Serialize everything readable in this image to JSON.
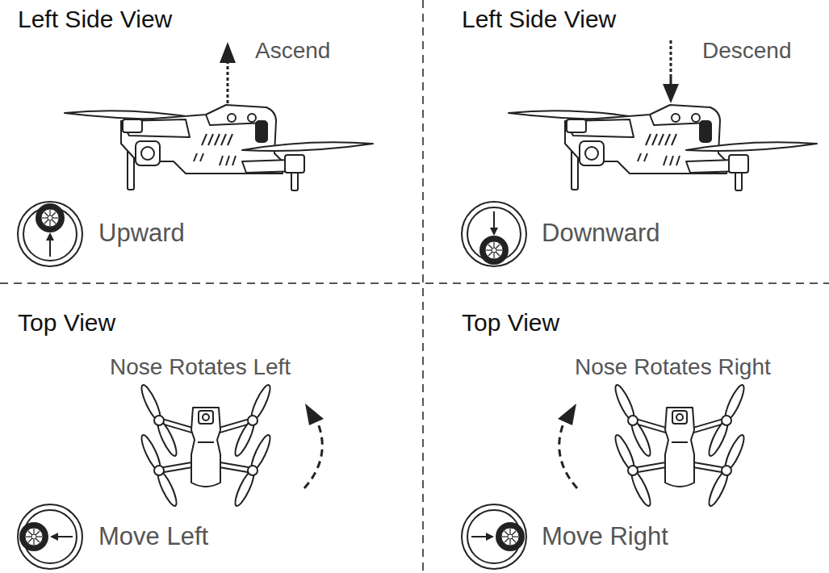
{
  "diagram": {
    "labels": [
      "Left Side View",
      "Ascend",
      "Upward",
      "Left Side View",
      "Descend",
      "Downward",
      "Top View",
      "Nose Rotates Left",
      "Move Left",
      "Top View",
      "Nose Rotates Right",
      "Move Right"
    ]
  }
}
